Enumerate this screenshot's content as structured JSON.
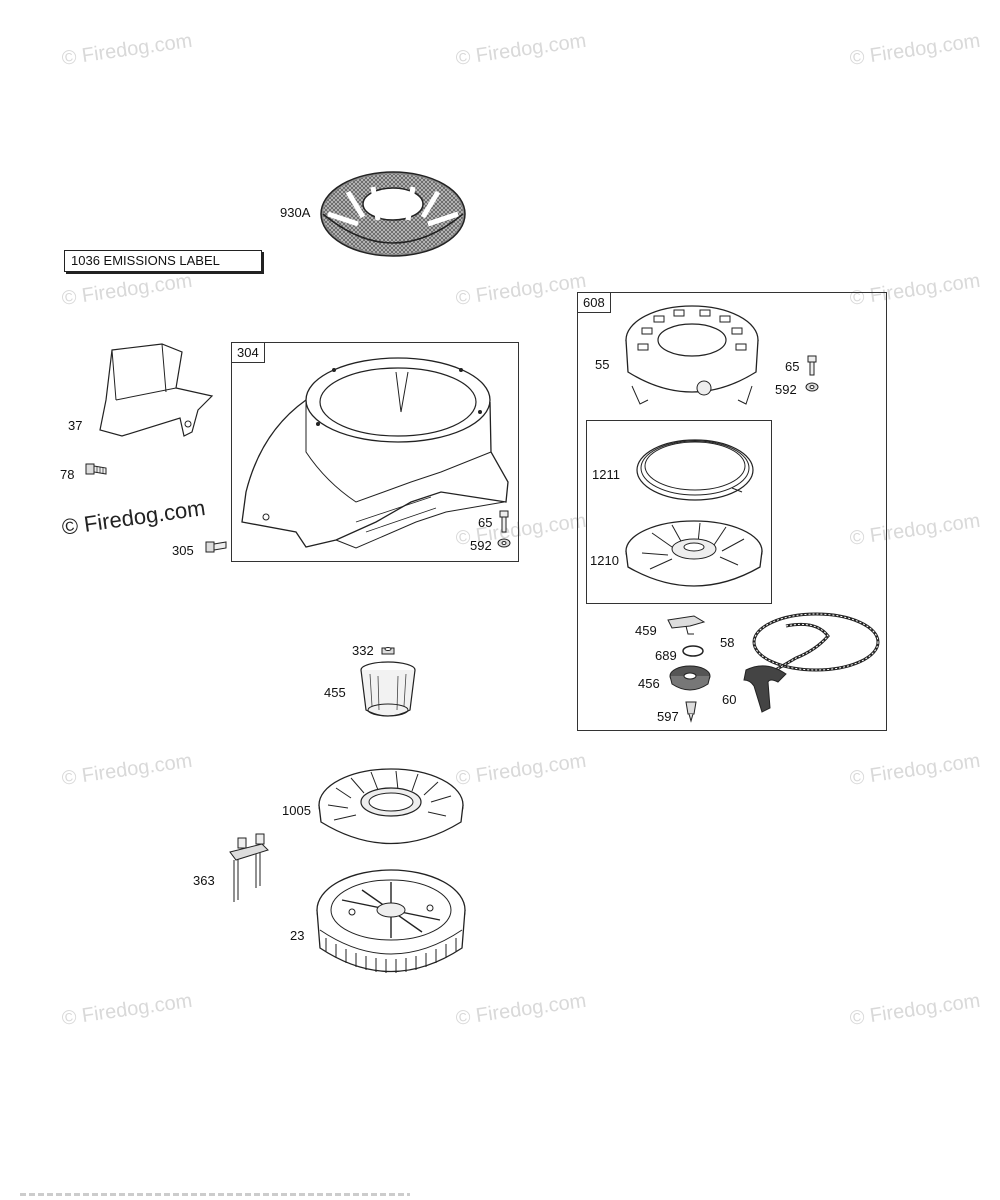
{
  "watermarks": [
    "© Firedog.com",
    "© Firedog.com",
    "© Firedog.com",
    "© Firedog.com",
    "© Firedog.com",
    "© Firedog.com",
    "© Firedog.com",
    "© Firedog.com",
    "© Firedog.com",
    "© Firedog.com",
    "© Firedog.com",
    "© Firedog.com",
    "© Firedog.com",
    "© Firedog.com"
  ],
  "watermark_main": "© Firedog.com",
  "emissions_label": "1036 EMISSIONS LABEL",
  "assemblies": {
    "blower_housing": "304",
    "rewind_starter": "608"
  },
  "callouts": {
    "p930a": "930A",
    "p37": "37",
    "p78": "78",
    "p305": "305",
    "p65a": "65",
    "p592a": "592",
    "p332": "332",
    "p455": "455",
    "p1005": "1005",
    "p363": "363",
    "p23": "23",
    "p55": "55",
    "p65b": "65",
    "p592b": "592",
    "p1211": "1211",
    "p1210": "1210",
    "p459": "459",
    "p58": "58",
    "p689": "689",
    "p456": "456",
    "p60": "60",
    "p597": "597"
  }
}
